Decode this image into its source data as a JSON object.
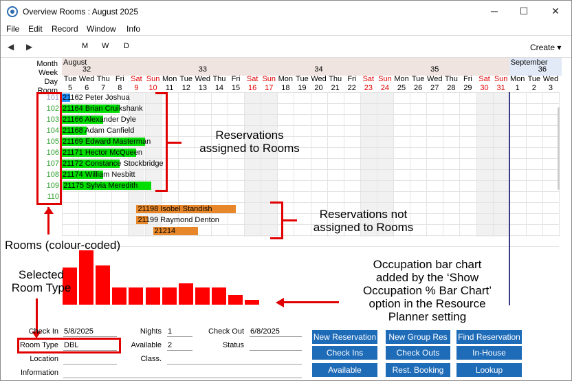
{
  "window": {
    "title": "Overview Rooms : August 2025",
    "min_icon": "minimize-icon",
    "max_icon": "maximize-icon",
    "close_icon": "close-icon"
  },
  "menu": [
    "File",
    "Edit",
    "Record",
    "Window",
    "Info"
  ],
  "toolbar": {
    "prev_icon": "triangle-left-icon",
    "next_icon": "triangle-right-icon",
    "zoom": [
      "M",
      "W",
      "D"
    ],
    "create_label": "Create"
  },
  "planner": {
    "row_labels": {
      "month": "Month",
      "week": "Week",
      "day": "Day",
      "room": "Room"
    },
    "months": [
      {
        "name": "August"
      },
      {
        "name": "September"
      }
    ],
    "weeks": [
      "32",
      "33",
      "34",
      "35",
      "36"
    ],
    "days": [
      {
        "d": "Tue",
        "n": "5",
        "we": false
      },
      {
        "d": "Wed",
        "n": "6",
        "we": false
      },
      {
        "d": "Thu",
        "n": "7",
        "we": false
      },
      {
        "d": "Fri",
        "n": "8",
        "we": false
      },
      {
        "d": "Sat",
        "n": "9",
        "we": true
      },
      {
        "d": "Sun",
        "n": "10",
        "we": true
      },
      {
        "d": "Mon",
        "n": "11",
        "we": false
      },
      {
        "d": "Tue",
        "n": "12",
        "we": false
      },
      {
        "d": "Wed",
        "n": "13",
        "we": false
      },
      {
        "d": "Thu",
        "n": "14",
        "we": false
      },
      {
        "d": "Fri",
        "n": "15",
        "we": false
      },
      {
        "d": "Sat",
        "n": "16",
        "we": true
      },
      {
        "d": "Sun",
        "n": "17",
        "we": true
      },
      {
        "d": "Mon",
        "n": "18",
        "we": false
      },
      {
        "d": "Tue",
        "n": "19",
        "we": false
      },
      {
        "d": "Wed",
        "n": "20",
        "we": false
      },
      {
        "d": "Thu",
        "n": "21",
        "we": false
      },
      {
        "d": "Fri",
        "n": "22",
        "we": false
      },
      {
        "d": "Sat",
        "n": "23",
        "we": true
      },
      {
        "d": "Sun",
        "n": "24",
        "we": true
      },
      {
        "d": "Mon",
        "n": "25",
        "we": false
      },
      {
        "d": "Tue",
        "n": "26",
        "we": false
      },
      {
        "d": "Wed",
        "n": "27",
        "we": false
      },
      {
        "d": "Thu",
        "n": "28",
        "we": false
      },
      {
        "d": "Fri",
        "n": "29",
        "we": false
      },
      {
        "d": "Sat",
        "n": "30",
        "we": true
      },
      {
        "d": "Sun",
        "n": "31",
        "we": true
      },
      {
        "d": "Mon",
        "n": "1",
        "we": false
      },
      {
        "d": "Tue",
        "n": "2",
        "we": false
      },
      {
        "d": "Wed",
        "n": "3",
        "we": false
      }
    ],
    "rooms": [
      {
        "no": "101",
        "color": "#9999cc"
      },
      {
        "no": "102",
        "color": "#2a9d2a"
      },
      {
        "no": "103",
        "color": "#2a9d2a"
      },
      {
        "no": "104",
        "color": "#2a9d2a"
      },
      {
        "no": "105",
        "color": "#2a9d2a"
      },
      {
        "no": "106",
        "color": "#2a9d2a"
      },
      {
        "no": "107",
        "color": "#2a9d2a"
      },
      {
        "no": "108",
        "color": "#2a9d2a"
      },
      {
        "no": "109",
        "color": "#2a9d2a"
      },
      {
        "no": "110",
        "color": "#2a9d2a"
      }
    ],
    "assigned": [
      {
        "text": "21162 Peter Joshua",
        "room": 0,
        "start": 0,
        "days": 0.5,
        "color": "#1e90ff"
      },
      {
        "text": "21164 Brian Cruikshank",
        "room": 1,
        "start": 0,
        "days": 3.5,
        "color": "#00dd00"
      },
      {
        "text": "21166 Alexander Dyle",
        "room": 2,
        "start": 0,
        "days": 2.5,
        "color": "#00dd00"
      },
      {
        "text": "21168 Adam Canfield",
        "room": 3,
        "start": 0,
        "days": 1.5,
        "color": "#00dd00"
      },
      {
        "text": "21169 Edward Masterman",
        "room": 4,
        "start": 0,
        "days": 5,
        "color": "#00dd00"
      },
      {
        "text": "21171 Hector McQueen",
        "room": 5,
        "start": 0,
        "days": 4.5,
        "color": "#00dd00"
      },
      {
        "text": "21172 Constance Stockbridge",
        "room": 6,
        "start": 0,
        "days": 3.5,
        "color": "#00dd00"
      },
      {
        "text": "21174 William Nesbitt",
        "room": 7,
        "start": 0,
        "days": 2.5,
        "color": "#00dd00"
      },
      {
        "text": "21175 Sylvia Meredith",
        "room": 8,
        "start": 0.05,
        "days": 5.35,
        "color": "#00dd00"
      }
    ],
    "unassigned": [
      {
        "text": "21198 Isobel Standish",
        "row": 0,
        "start": 4.5,
        "days": 6,
        "color": "#e8872a"
      },
      {
        "text": "21199 Raymond Denton",
        "row": 1,
        "start": 4.5,
        "days": 0.7,
        "color": "#e8872a"
      },
      {
        "text": "21214",
        "row": 2,
        "start": 5.5,
        "days": 2.7,
        "color": "#e8872a"
      }
    ],
    "today_index": 27
  },
  "chart_data": {
    "type": "bar",
    "categories": [
      "5",
      "6",
      "7",
      "8",
      "9",
      "10",
      "11",
      "12",
      "13",
      "14",
      "15",
      "16"
    ],
    "values": [
      60,
      88,
      63,
      28,
      28,
      28,
      28,
      35,
      28,
      28,
      16,
      8
    ],
    "ylim": [
      0,
      100
    ]
  },
  "annotations": {
    "assigned": "Reservations\nassigned to Rooms",
    "unassigned": "Reservations not\nassigned to Rooms",
    "rooms": "Rooms (colour-coded)",
    "room_type": "Selected\nRoom Type",
    "occupation": "Occupation bar chart\nadded by the ‘Show\nOccupation % Bar Chart’\noption in the Resource\nPlanner setting"
  },
  "form": {
    "check_in_label": "Check In",
    "check_in": "5/8/2025",
    "nights_label": "Nights",
    "nights": "1",
    "check_out_label": "Check Out",
    "check_out": "6/8/2025",
    "room_type_label": "Room Type",
    "room_type": "DBL",
    "available_label": "Available",
    "available": "2",
    "status_label": "Status",
    "status": "",
    "location_label": "Location",
    "location": "",
    "class_label": "Class.",
    "class": "",
    "information_label": "Information",
    "information": "",
    "buttons": [
      "New Reservation",
      "New Group Res",
      "Find Reservation",
      "Check Ins",
      "Check Outs",
      "In-House",
      "Available",
      "Rest. Booking",
      "Lookup"
    ]
  }
}
